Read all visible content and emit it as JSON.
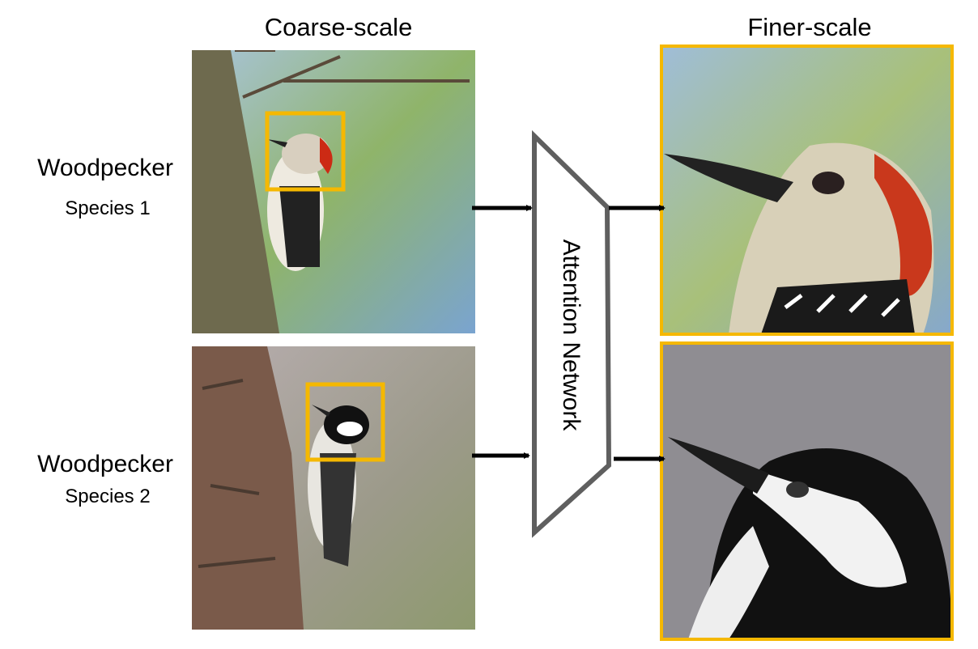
{
  "headers": {
    "coarse": "Coarse-scale",
    "finer": "Finer-scale"
  },
  "rows": [
    {
      "class": "Woodpecker",
      "species": "Species 1"
    },
    {
      "class": "Woodpecker",
      "species": "Species 2"
    }
  ],
  "network": {
    "label": "Attention Network"
  },
  "colors": {
    "highlight": "#f5b800",
    "network_stroke": "#5f5f5f",
    "arrow": "#000000"
  }
}
